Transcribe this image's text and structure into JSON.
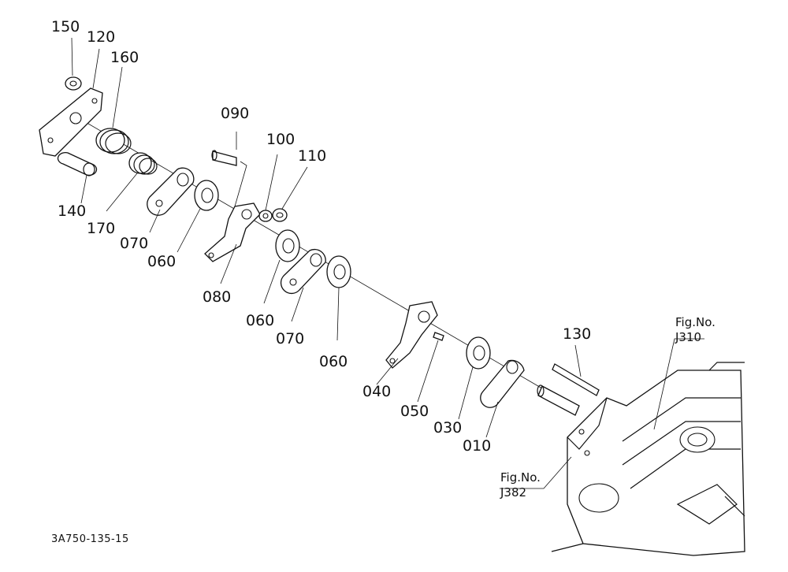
{
  "parts": {
    "p150": "150",
    "p120": "120",
    "p160": "160",
    "p140": "140",
    "p170": "170",
    "p070a": "070",
    "p060a": "060",
    "p090": "090",
    "p100": "100",
    "p110": "110",
    "p080": "080",
    "p060b": "060",
    "p070b": "070",
    "p060c": "060",
    "p040": "040",
    "p050": "050",
    "p030": "030",
    "p010": "010",
    "p130": "130"
  },
  "refs": {
    "j310_line1": "Fig.No.",
    "j310_line2": "J310",
    "j382_line1": "Fig.No.",
    "j382_line2": "J382"
  },
  "drawing_code": "3A750-135-15"
}
